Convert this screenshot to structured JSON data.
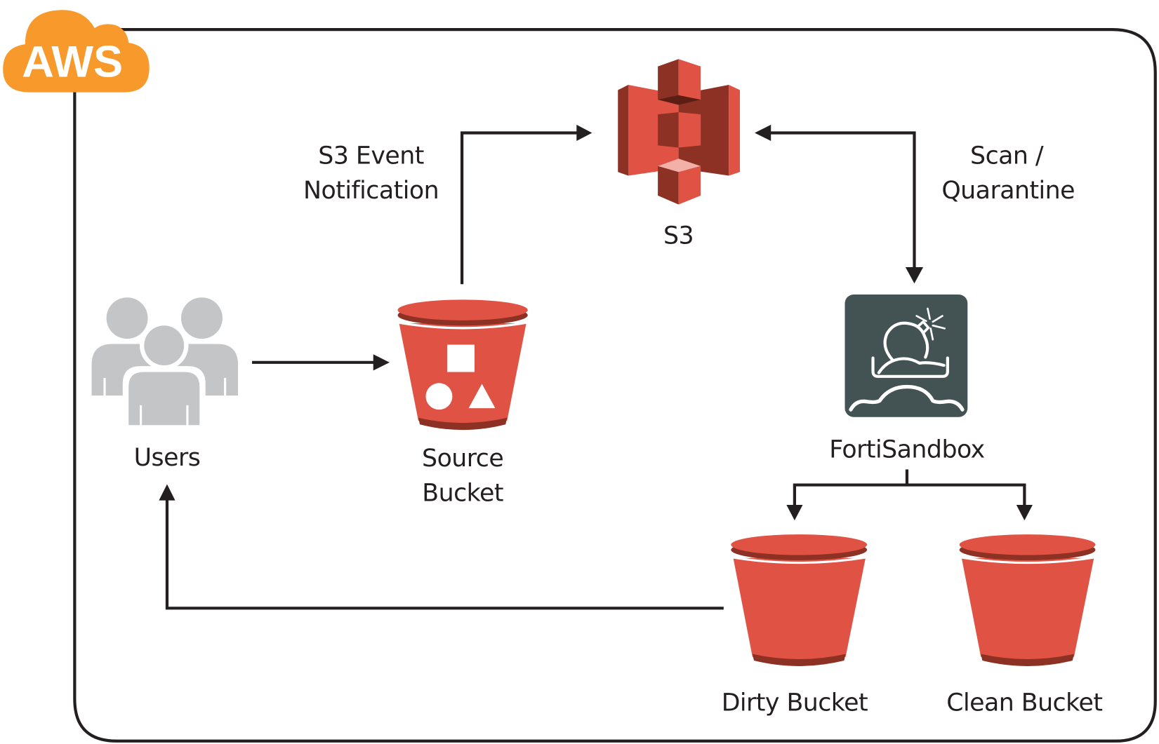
{
  "diagram": {
    "title": "AWS S3 scanning with FortiSandbox",
    "container": {
      "label": "AWS",
      "badge_color": "#f7992b",
      "badge_text_color": "#ffffff",
      "border_color": "#231f20"
    },
    "nodes": {
      "users": {
        "label": "Users",
        "icon": "users-icon",
        "color": "#c4c5c7"
      },
      "source_bucket": {
        "label_line1": "Source",
        "label_line2": "Bucket",
        "icon": "s3-bucket-with-objects-icon",
        "color": "#e05243"
      },
      "s3": {
        "label": "S3",
        "icon": "amazon-s3-icon",
        "color": "#e05243"
      },
      "fortisandbox": {
        "label": "FortiSandbox",
        "icon": "fortisandbox-icon",
        "color": "#435253"
      },
      "dirty_bucket": {
        "label": "Dirty Bucket",
        "icon": "s3-bucket-icon",
        "color": "#e05243"
      },
      "clean_bucket": {
        "label": "Clean Bucket",
        "icon": "s3-bucket-icon",
        "color": "#e05243"
      }
    },
    "edge_labels": {
      "s3_event_line1": "S3 Event",
      "s3_event_line2": "Notification",
      "scan_line1": "Scan /",
      "scan_line2": "Quarantine"
    },
    "edges": [
      {
        "from": "users",
        "to": "source_bucket",
        "direction": "forward"
      },
      {
        "from": "source_bucket",
        "to": "s3",
        "label": "S3 Event Notification",
        "direction": "forward"
      },
      {
        "from": "s3",
        "to": "fortisandbox",
        "label": "Scan / Quarantine",
        "direction": "bidirectional"
      },
      {
        "from": "fortisandbox",
        "to": "dirty_bucket",
        "direction": "forward"
      },
      {
        "from": "fortisandbox",
        "to": "clean_bucket",
        "direction": "forward"
      },
      {
        "from": "dirty_bucket",
        "to": "users",
        "direction": "forward"
      }
    ]
  }
}
